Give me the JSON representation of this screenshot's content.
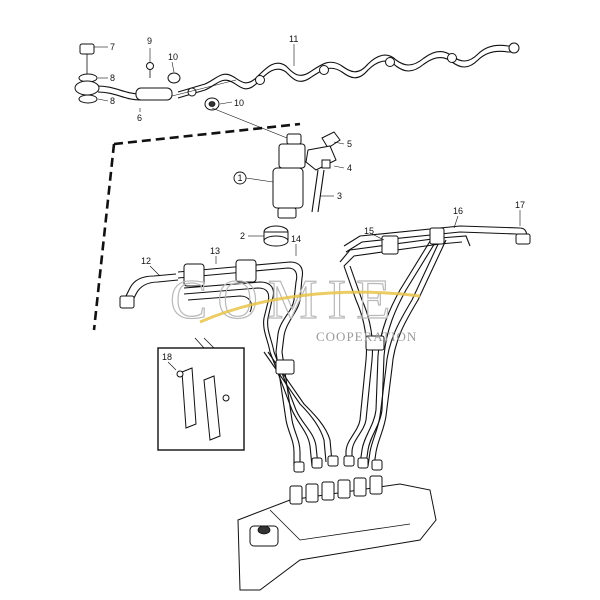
{
  "callouts": {
    "c1": "1",
    "c2": "2",
    "c3": "3",
    "c4": "4",
    "c5": "5",
    "c6": "6",
    "c7": "7",
    "c8a": "8",
    "c8b": "8",
    "c9": "9",
    "c10a": "10",
    "c10b": "10",
    "c11": "11",
    "c12": "12",
    "c13": "13",
    "c14": "14",
    "c15": "15",
    "c16": "16",
    "c17": "17",
    "c18": "18"
  },
  "watermark": {
    "brand": "COMIE",
    "tagline": "COOPERATION",
    "accent_color": "#e8c34a"
  }
}
